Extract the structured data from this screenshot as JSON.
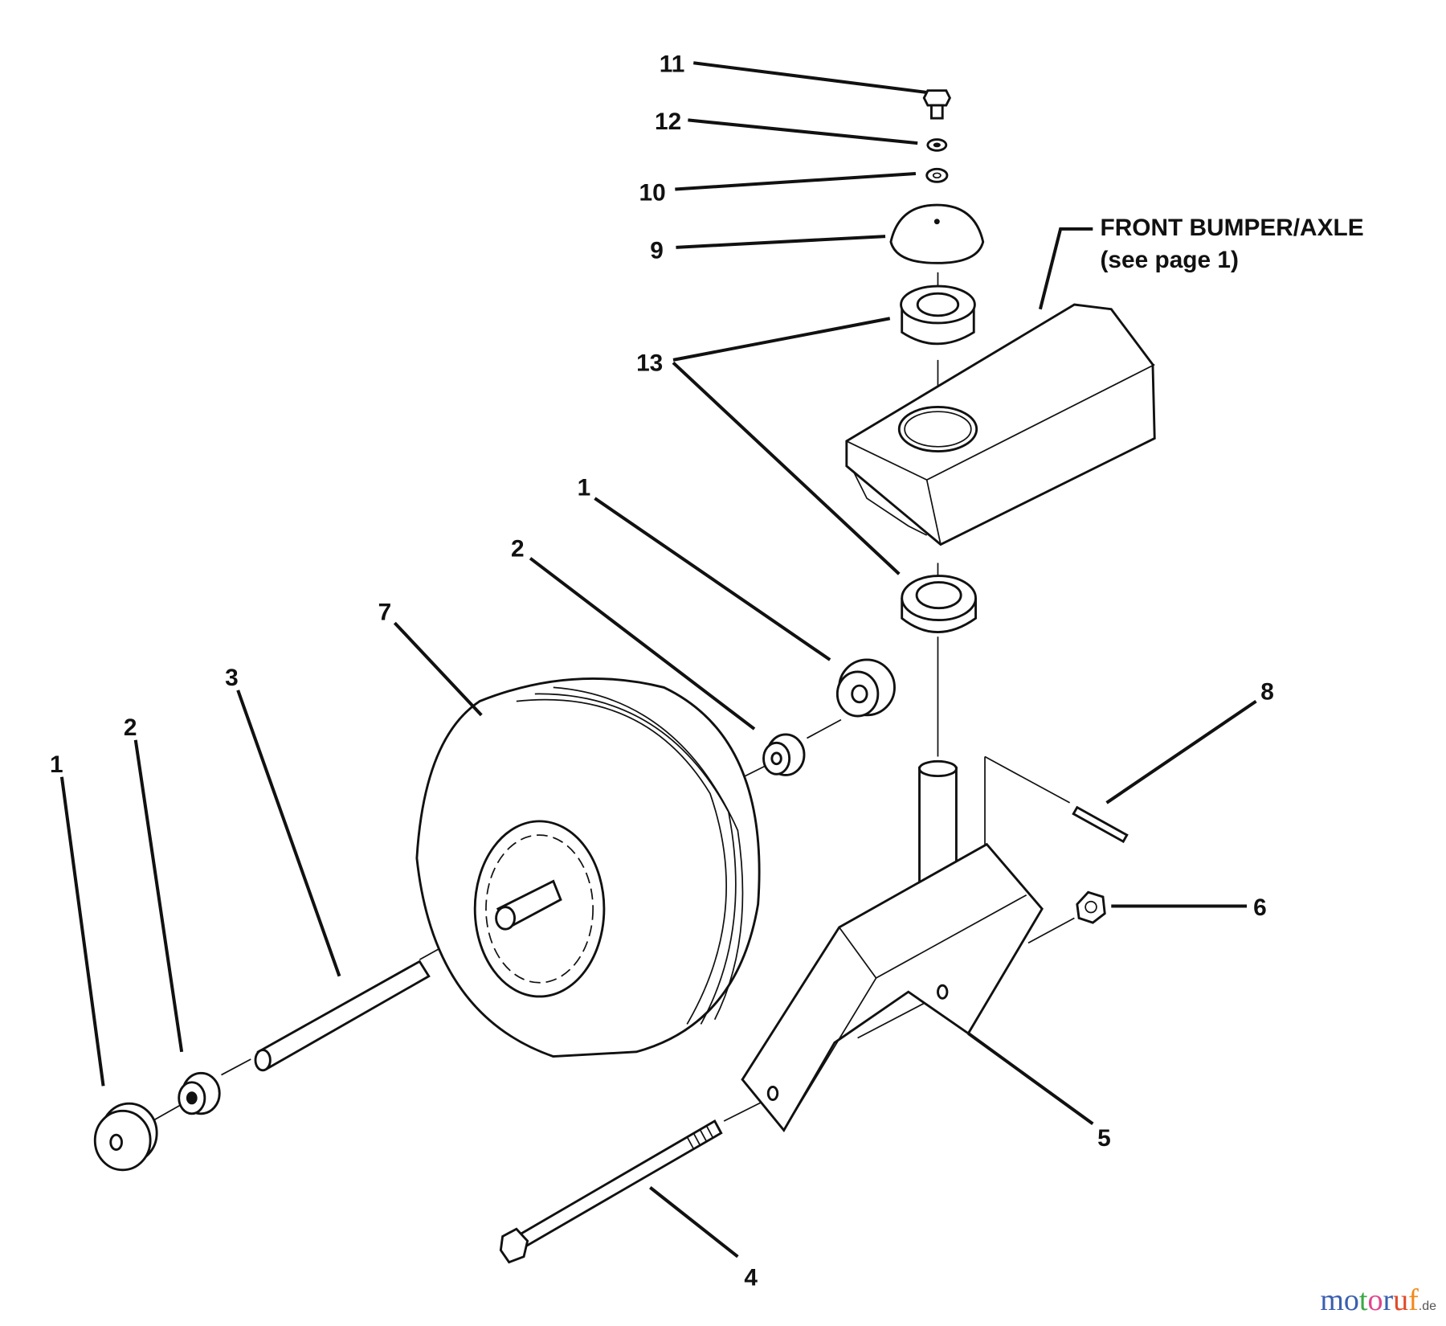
{
  "diagram": {
    "callouts": [
      "11",
      "12",
      "10",
      "9",
      "13",
      "1",
      "2",
      "7",
      "3",
      "2",
      "1",
      "8",
      "6",
      "5",
      "4"
    ],
    "note_title": "FRONT BUMPER/AXLE",
    "note_sub": "(see page 1)"
  },
  "watermark": {
    "text": "motoruf",
    "suffix": ".de",
    "colors": [
      "#3b5fb0",
      "#3b5fb0",
      "#3aa845",
      "#e0468c",
      "#3b5fb0",
      "#e04a2a",
      "#f08a1c",
      "#f2c318"
    ]
  }
}
